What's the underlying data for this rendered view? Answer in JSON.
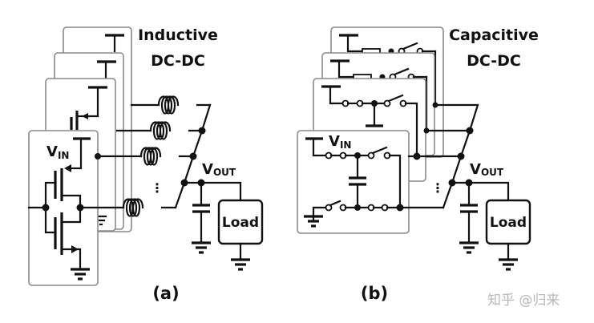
{
  "panel_a": {
    "title_line1": "Inductive",
    "title_line2": "DC-DC",
    "vin_label": "V",
    "vin_sub": "IN",
    "vout_label": "V",
    "vout_sub": "OUT",
    "load_label": "Load",
    "caption": "(a)",
    "ellipsis": "⋮"
  },
  "panel_b": {
    "title_line1": "Capacitive",
    "title_line2": "DC-DC",
    "vin_label": "V",
    "vin_sub": "IN",
    "vout_label": "V",
    "vout_sub": "OUT",
    "load_label": "Load",
    "caption": "(b)",
    "ellipsis": "⋮"
  },
  "watermark": "知乎 @归来"
}
